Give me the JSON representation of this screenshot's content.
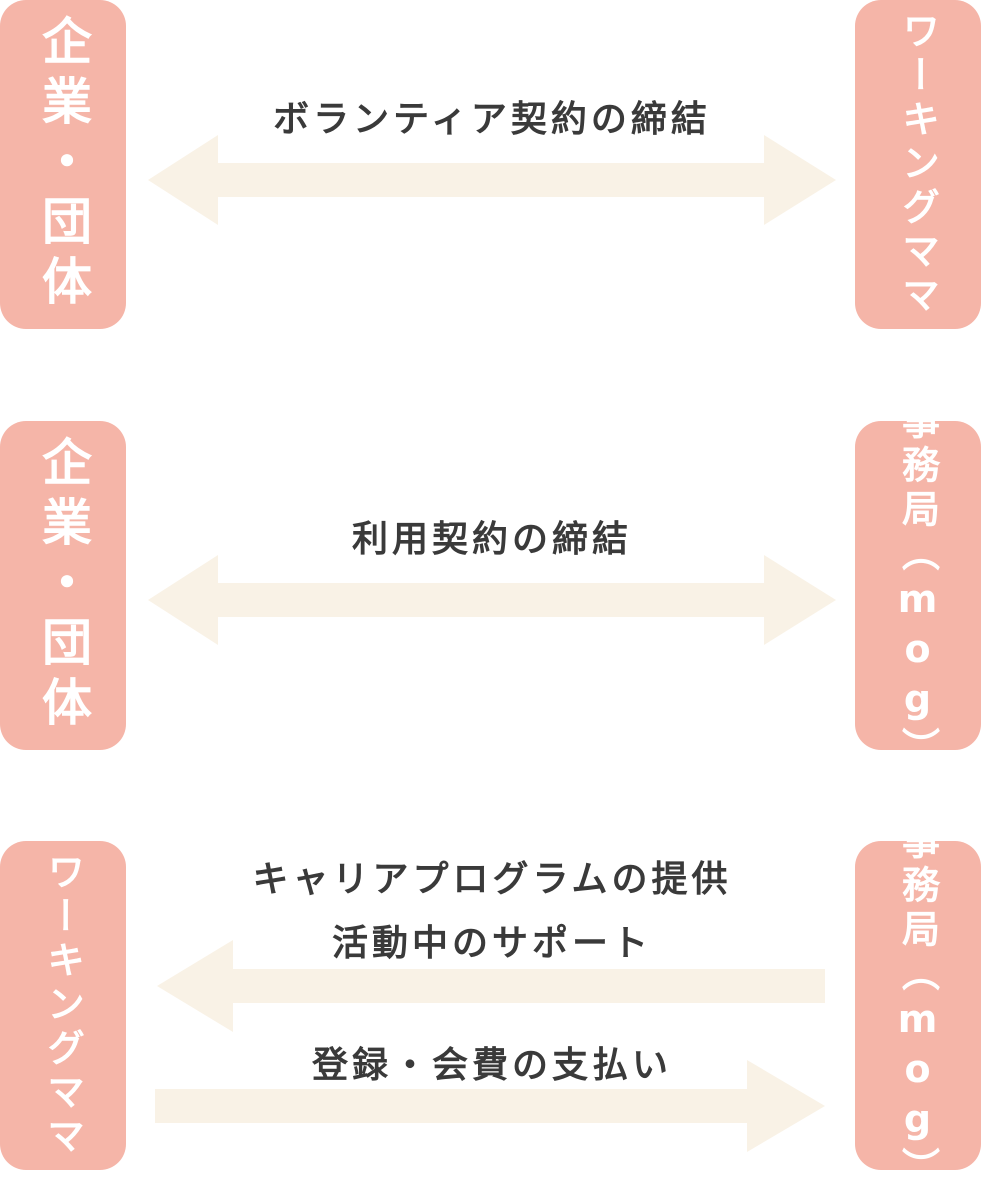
{
  "rows": [
    {
      "left_box": "企業・団体",
      "right_box": "ワーキングママ",
      "label": "ボランティア契約の締結"
    },
    {
      "left_box": "企業・団体",
      "right_box": "事務局（mog）",
      "label": "利用契約の締結"
    },
    {
      "left_box": "ワーキングママ",
      "right_box": "事務局（mog）",
      "label_top_1": "キャリアプログラムの提供",
      "label_top_2": "活動中のサポート",
      "label_bottom": "登録・会費の支払い"
    }
  ],
  "colors": {
    "box": "#f5b5a8",
    "arrow": "#f9f2e6",
    "text": "#3a3a3a"
  }
}
